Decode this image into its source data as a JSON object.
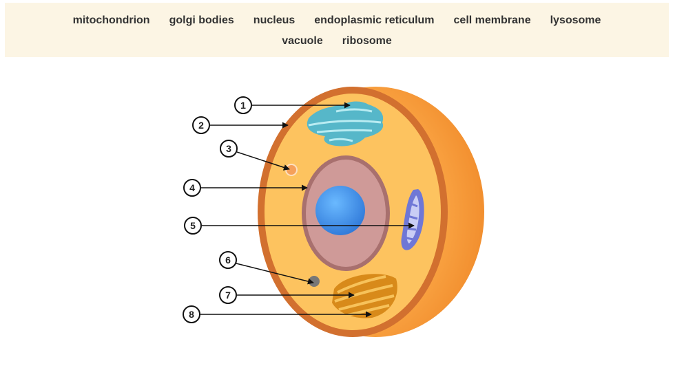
{
  "word_bank": {
    "row1": [
      "mitochondrion",
      "golgi bodies",
      "nucleus",
      "endoplasmic reticulum",
      "cell membrane",
      "lysosome"
    ],
    "row2": [
      "vacuole",
      "ribosome"
    ]
  },
  "diagram": {
    "markers": [
      "1",
      "2",
      "3",
      "4",
      "5",
      "6",
      "7",
      "8"
    ],
    "colors": {
      "cytoplasm": "#fdc35f",
      "membrane": "#d2702f",
      "outer_shell": "#f79a3a",
      "nucleus_envelope": "#a8706e",
      "nucleus_inner": "#cf9a98",
      "nucleolus": "#3b8ee8",
      "er": "#5ec2cf",
      "mitochondrion": "#6f77d6",
      "golgi": "#e9a72a",
      "lysosome": "#f5a05a",
      "ribosome": "#808080"
    }
  }
}
